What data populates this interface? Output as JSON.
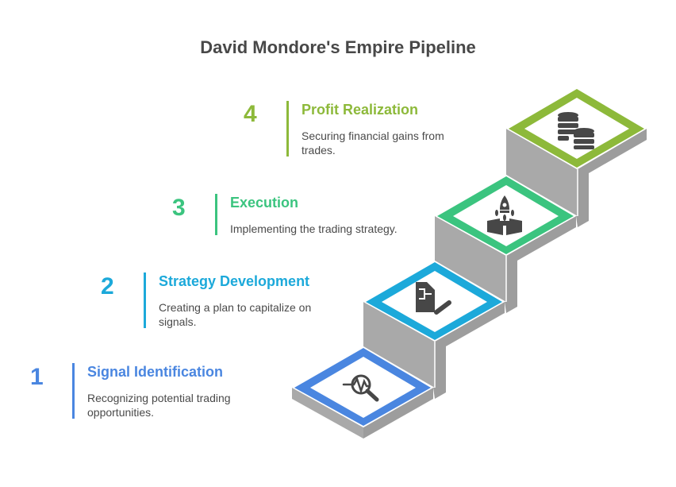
{
  "title": "David Mondore's Empire Pipeline",
  "steps": [
    {
      "number": "1",
      "heading": "Signal Identification",
      "description": "Recognizing potential trading opportunities.",
      "color": "#4a86e0",
      "icon": "magnifier-pulse-icon"
    },
    {
      "number": "2",
      "heading": "Strategy Development",
      "description": "Creating a plan to capitalize on signals.",
      "color": "#1ca9da",
      "icon": "document-edit-icon"
    },
    {
      "number": "3",
      "heading": "Execution",
      "description": "Implementing the trading strategy.",
      "color": "#3bc47f",
      "icon": "rocket-launch-icon"
    },
    {
      "number": "4",
      "heading": "Profit Realization",
      "description": "Securing financial gains from trades.",
      "color": "#8db93a",
      "icon": "coin-stacks-icon"
    }
  ],
  "colors": {
    "side_light": "#a9a9a9",
    "side_dark": "#9d9d9d",
    "icon": "#474747",
    "title": "#484848"
  }
}
